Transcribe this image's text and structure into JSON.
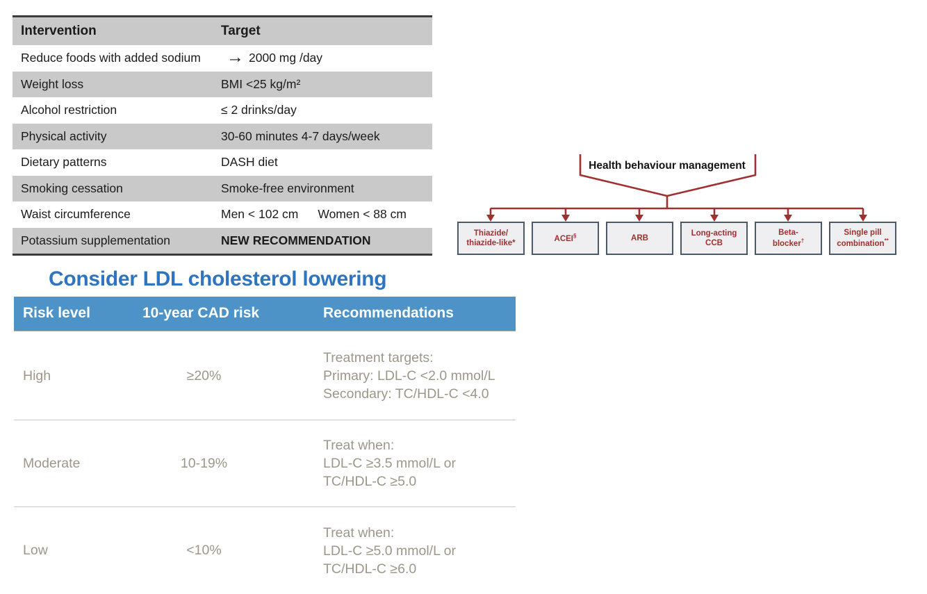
{
  "colors": {
    "band_gray": "#C9C9C9",
    "table_border_dark": "#3C3C3C",
    "dark_red": "#A03030",
    "box_border": "#4A5868",
    "box_fill": "#EFEFF1",
    "title_blue": "#2E74BE",
    "header_blue": "#4D93C8",
    "ldl_text": "#9D978A",
    "ldl_separator": "#CBC7BD"
  },
  "intervention_table": {
    "headers": {
      "col1": "Intervention",
      "col2": "Target"
    },
    "rows": [
      {
        "intervention": "Reduce foods with added sodium",
        "arrow": "→",
        "target": "2000 mg /day"
      },
      {
        "intervention": "Weight loss",
        "target": "BMI <25 kg/m²"
      },
      {
        "intervention": "Alcohol restriction",
        "target": "≤ 2 drinks/day"
      },
      {
        "intervention": "Physical activity",
        "target": "30-60 minutes 4-7 days/week"
      },
      {
        "intervention": "Dietary patterns",
        "target": "DASH diet"
      },
      {
        "intervention": "Smoking cessation",
        "target": "Smoke-free environment"
      },
      {
        "intervention": "Waist circumference",
        "target": "Men < 102 cm",
        "target2": "Women < 88 cm"
      },
      {
        "intervention": "Potassium supplementation",
        "target": "NEW RECOMMENDATION"
      }
    ]
  },
  "pharm_flow": {
    "title": "Health behaviour management",
    "boxes": [
      {
        "line1": "Thiazide/",
        "line2": "thiazide-like*",
        "sup": ""
      },
      {
        "line1": "ACEI",
        "line2": "",
        "sup": "§"
      },
      {
        "line1": "ARB",
        "line2": "",
        "sup": ""
      },
      {
        "line1": "Long-acting",
        "line2": "CCB",
        "sup": ""
      },
      {
        "line1": "Beta-",
        "line2": "blocker",
        "sup": "†"
      },
      {
        "line1": "Single pill",
        "line2": "combination",
        "sup": "**"
      }
    ]
  },
  "ldl_section": {
    "title": "Consider LDL cholesterol lowering",
    "headers": {
      "risk": "Risk level",
      "cad": "10-year CAD risk",
      "rec": "Recommendations"
    },
    "rows": [
      {
        "risk": "High",
        "cad": "≥20%",
        "rec_lines": [
          "Treatment targets:",
          "Primary: LDL-C <2.0 mmol/L",
          "Secondary: TC/HDL-C <4.0"
        ]
      },
      {
        "risk": "Moderate",
        "cad": "10-19%",
        "rec_lines": [
          "Treat when:",
          "LDL-C ≥3.5 mmol/L or",
          "TC/HDL-C ≥5.0"
        ]
      },
      {
        "risk": "Low",
        "cad": "<10%",
        "rec_lines": [
          "Treat when:",
          "LDL-C ≥5.0 mmol/L or",
          "TC/HDL-C ≥6.0"
        ]
      }
    ]
  }
}
